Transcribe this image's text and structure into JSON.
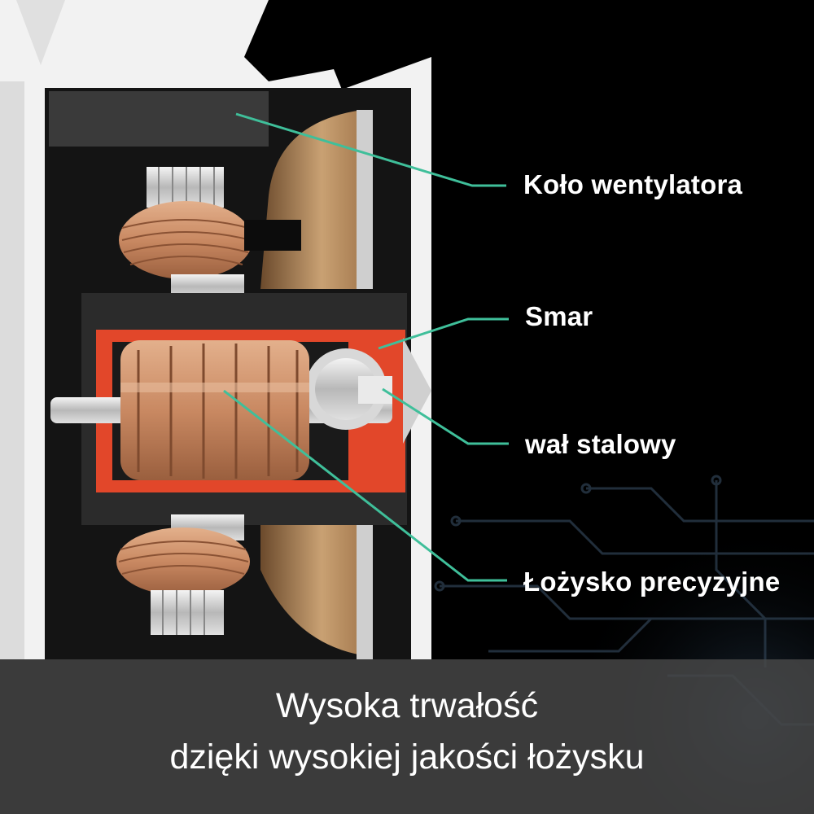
{
  "labels": {
    "fan_wheel": "Koło wentylatora",
    "grease": "Smar",
    "steel_shaft": "wał stalowy",
    "precision_bearing": "Łożysko precyzyjne"
  },
  "caption": {
    "line1": "Wysoka trwałość",
    "line2": "dzięki wysokiej jakości łożysku"
  },
  "colors": {
    "background": "#000000",
    "leader_line": "#3fbf9a",
    "housing": "#ffffff",
    "grease": "#e2472a",
    "copper": "#c98c66"
  }
}
